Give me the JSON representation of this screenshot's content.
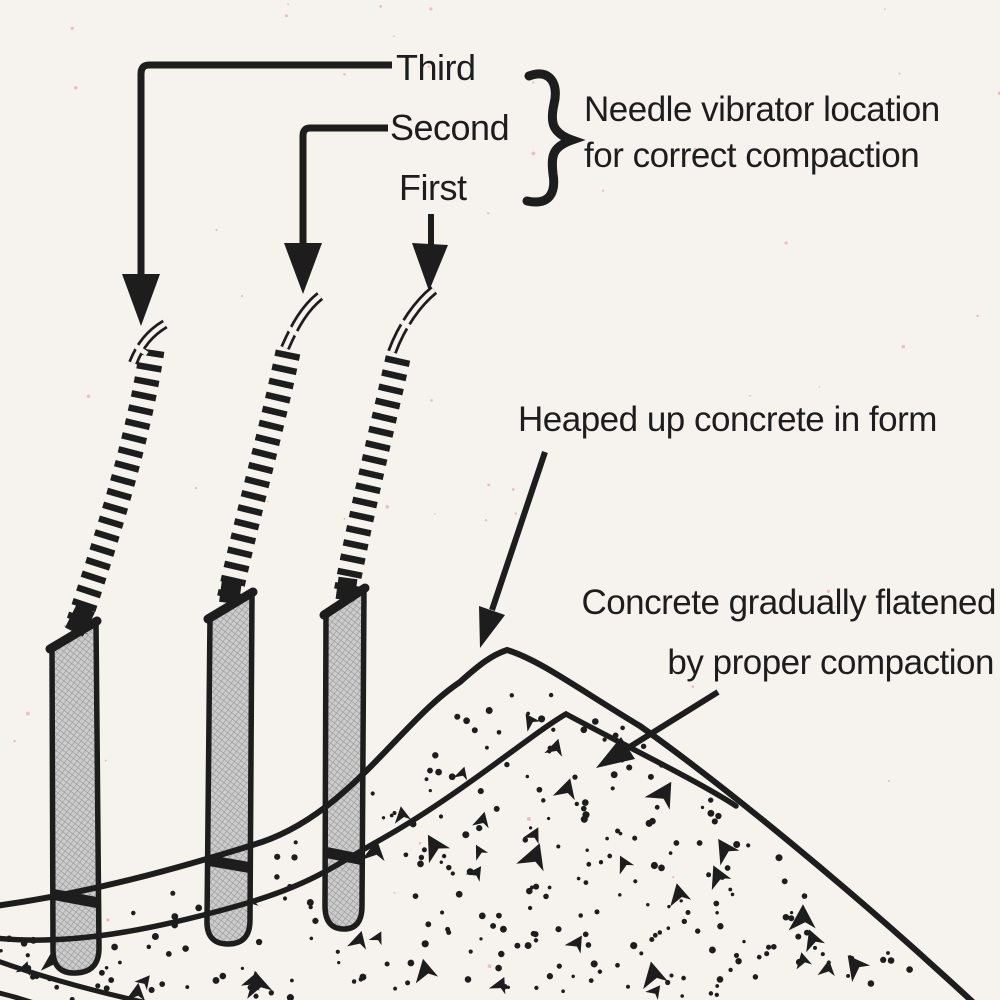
{
  "figure": {
    "colors": {
      "paper": "#f6f3ee",
      "ink": "#1d1d1d",
      "needle_fill": "#cccccc",
      "scan_speckle": "#e7c3bb"
    },
    "insertion_labels": {
      "third": "Third",
      "second": "Second",
      "first": "First"
    },
    "brace_note": {
      "line1": "Needle vibrator location",
      "line2": "for correct compaction"
    },
    "heap_note": "Heaped up concrete in form",
    "flatten_note": {
      "line1": "Concrete gradually flatened",
      "line2": "by proper compaction"
    }
  }
}
